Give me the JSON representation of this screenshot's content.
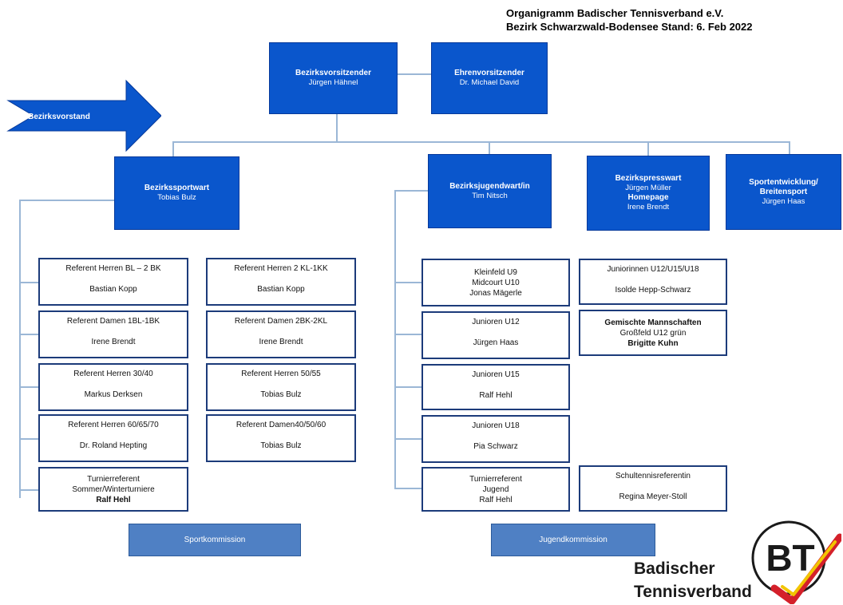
{
  "header": {
    "line1": "Organigramm Badischer Tennisverband e.V.",
    "line2": "Bezirk Schwarzwald-Bodensee Stand: 6. Feb 2022"
  },
  "arrow": {
    "label": "Bezirksvorstand"
  },
  "top": {
    "chair": {
      "title": "Bezirksvorsitzender",
      "name": "Jürgen Hähnel"
    },
    "honorary": {
      "title": "Ehrenvorsitzender",
      "name": "Dr. Michael David"
    }
  },
  "level2": {
    "sport": {
      "title": "Bezirkssportwart",
      "name": "Tobias Bulz"
    },
    "youth": {
      "title": "Bezirksjugendwart/in",
      "name": "Tim Nitsch"
    },
    "press": {
      "title": "Bezirkspresswart",
      "name": "Jürgen Müller",
      "title2": "Homepage",
      "name2": "Irene Brendt"
    },
    "development": {
      "title": "Sportentwicklung/ Breitensport",
      "name": "Jürgen Haas"
    }
  },
  "sport_refs": [
    {
      "title": "Referent Herren BL – 2 BK",
      "name": "Bastian Kopp"
    },
    {
      "title": "Referent Herren 2 KL-1KK",
      "name": "Bastian Kopp"
    },
    {
      "title": "Referent Damen  1BL-1BK",
      "name": "Irene Brendt"
    },
    {
      "title": "Referent Damen  2BK-2KL",
      "name": "Irene Brendt"
    },
    {
      "title": "Referent Herren 30/40",
      "name": "Markus Derksen"
    },
    {
      "title": "Referent Herren 50/55",
      "name": "Tobias Bulz"
    },
    {
      "title": "Referent Herren 60/65/70",
      "name": "Dr. Roland Hepting"
    },
    {
      "title": "Referent Damen40/50/60",
      "name": "Tobias Bulz"
    }
  ],
  "sport_tournament": {
    "line1": "Turnierreferent",
    "line2": "Sommer/Winterturniere",
    "line3": "Ralf Hehl"
  },
  "youth_refs": {
    "kleinfeld": {
      "line1": "Kleinfeld U9",
      "line2": "Midcourt U10",
      "line3": "Jonas Mägerle"
    },
    "juniorinnen": {
      "title": "Juniorinnen U12/U15/U18",
      "name": "Isolde Hepp-Schwarz"
    },
    "u12": {
      "title": "Junioren U12",
      "name": "Jürgen Haas"
    },
    "mixed": {
      "line1": "Gemischte Mannschaften",
      "line2": "Großfeld U12 grün",
      "line3": "Brigitte Kuhn"
    },
    "u15": {
      "title": "Junioren U15",
      "name": "Ralf Hehl"
    },
    "u18": {
      "title": "Junioren U18",
      "name": "Pia Schwarz"
    },
    "tournament": {
      "line1": "Turnierreferent",
      "line2": "Jugend",
      "line3": "Ralf Hehl"
    },
    "school": {
      "title": "Schultennisreferentin",
      "name": "Regina Meyer-Stoll"
    }
  },
  "commissions": {
    "sport": "Sportkommission",
    "youth": "Jugendkommission"
  },
  "logo": {
    "mark": "BT",
    "line1": "Badischer",
    "line2": "Tennisverband"
  },
  "colors": {
    "box_blue": "#0a56cc",
    "connector": "#9bb7d6",
    "commission": "#4f80c4",
    "logo_red": "#d4202a",
    "logo_yellow": "#f2c500"
  }
}
